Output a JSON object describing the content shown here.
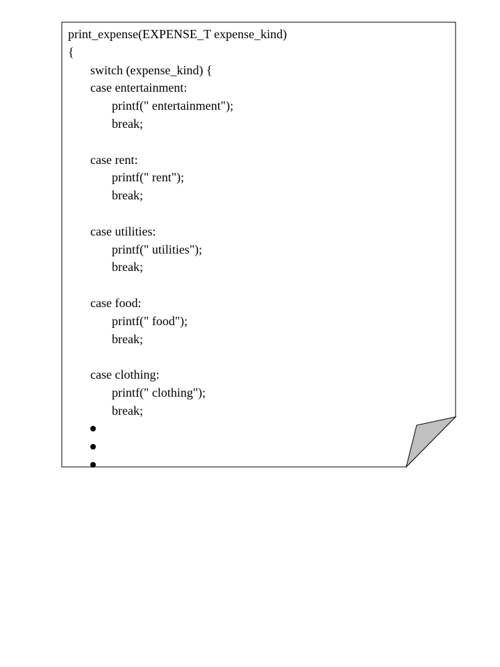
{
  "page": {
    "colors": {
      "page_fill": "#ffffff",
      "outline": "#000000",
      "curl_fill": "#c0c0c0"
    },
    "code": {
      "header": "print_expense(EXPENSE_T expense_kind)",
      "open_brace": "{",
      "switch": "switch (expense_kind) {",
      "cases": [
        {
          "label": "case entertainment:",
          "printf": "printf(\" entertainment\");",
          "brk": "break;"
        },
        {
          "label": "case rent:",
          "printf": "printf(\" rent\");",
          "brk": "break;"
        },
        {
          "label": "case utilities:",
          "printf": "printf(\" utilities\");",
          "brk": "break;"
        },
        {
          "label": "case food:",
          "printf": "printf(\" food\");",
          "brk": "break;"
        },
        {
          "label": "case clothing:",
          "printf": "printf(\" clothing\");",
          "brk": "break;"
        }
      ]
    }
  }
}
